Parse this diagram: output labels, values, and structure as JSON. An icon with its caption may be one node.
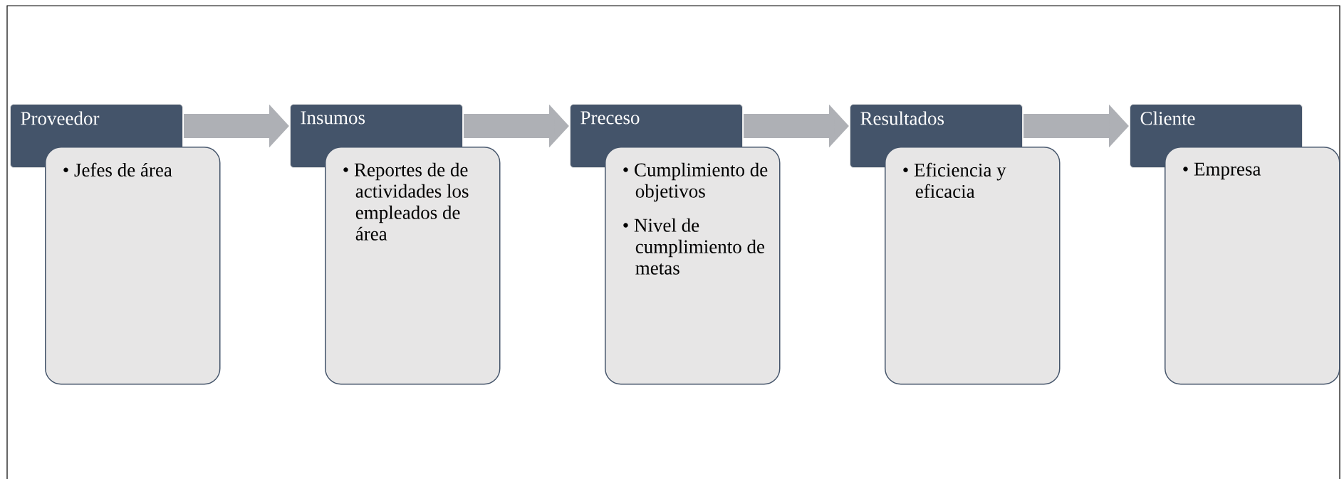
{
  "diagram": {
    "nodes": [
      {
        "text": [
          "Proveedor"
        ]
      },
      {
        "text": [
          "• Jefes de área"
        ]
      },
      {
        "text": [
          "Insumos"
        ]
      },
      {
        "text": [
          "• Reportes de de actividades los empleados de área"
        ]
      },
      {
        "text": [
          "Preceso"
        ]
      },
      {
        "text": [
          "• Cumplimiento de objetivos",
          "• Nivel de cumplimiento de metas"
        ]
      },
      {
        "text": [
          "Resultados"
        ]
      },
      {
        "text": [
          "• Eficiencia y eficacia"
        ]
      },
      {
        "text": [
          "Cliente"
        ]
      },
      {
        "text": [
          "• Empresa"
        ]
      }
    ],
    "edges": [
      {
        "from": 0,
        "to": 2,
        "arrow": "to"
      },
      {
        "from": 2,
        "to": 4,
        "arrow": "to"
      },
      {
        "from": 4,
        "to": 6,
        "arrow": "to"
      },
      {
        "from": 6,
        "to": 8,
        "arrow": "to"
      }
    ]
  }
}
